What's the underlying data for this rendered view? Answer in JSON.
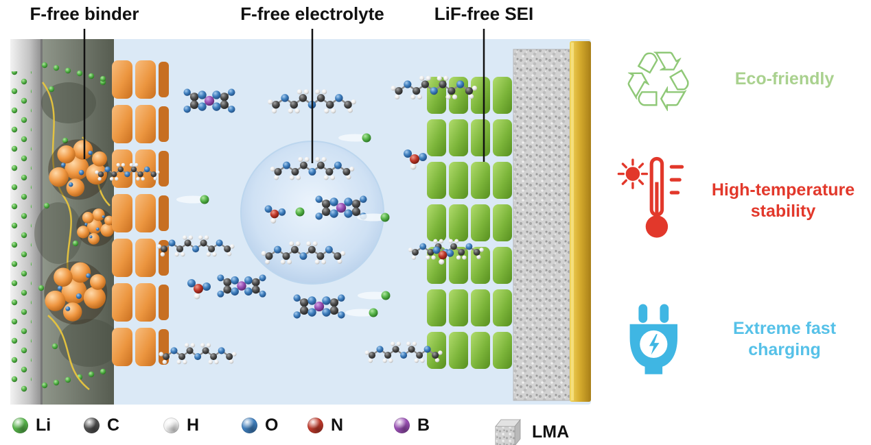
{
  "annotations": {
    "binder": "F-free binder",
    "electrolyte": "F-free electrolyte",
    "sei": "LiF-free SEI"
  },
  "features": [
    {
      "label": "Eco-friendly",
      "color": "#a9d18e",
      "icon": "recycle-icon",
      "icon_color": "#8fc877"
    },
    {
      "label": "High-temperature stability",
      "color": "#e2382b",
      "icon": "thermometer-icon",
      "icon_color": "#e2382b"
    },
    {
      "label": "Extreme fast charging",
      "color": "#56c1e8",
      "icon": "plug-icon",
      "icon_color": "#3fb6e3"
    }
  ],
  "legend": [
    {
      "symbol": "Li",
      "color": "#57b54a"
    },
    {
      "symbol": "C",
      "color": "#4f4f4f"
    },
    {
      "symbol": "H",
      "color": "#f1f1f1"
    },
    {
      "symbol": "O",
      "color": "#3f7fbe"
    },
    {
      "symbol": "N",
      "color": "#c0392b"
    },
    {
      "symbol": "B",
      "color": "#9a4fb5"
    },
    {
      "symbol": "LMA"
    }
  ],
  "colors": {
    "electrolyte_bg": "#dbe9f6",
    "binder_electrode_block": "#ec9640",
    "sei_block": "#7cb53a",
    "current_collector_gold": "#d4a92c",
    "current_collector_gray": "#c4c4c4",
    "lma_layer": "#cfcfcf"
  }
}
